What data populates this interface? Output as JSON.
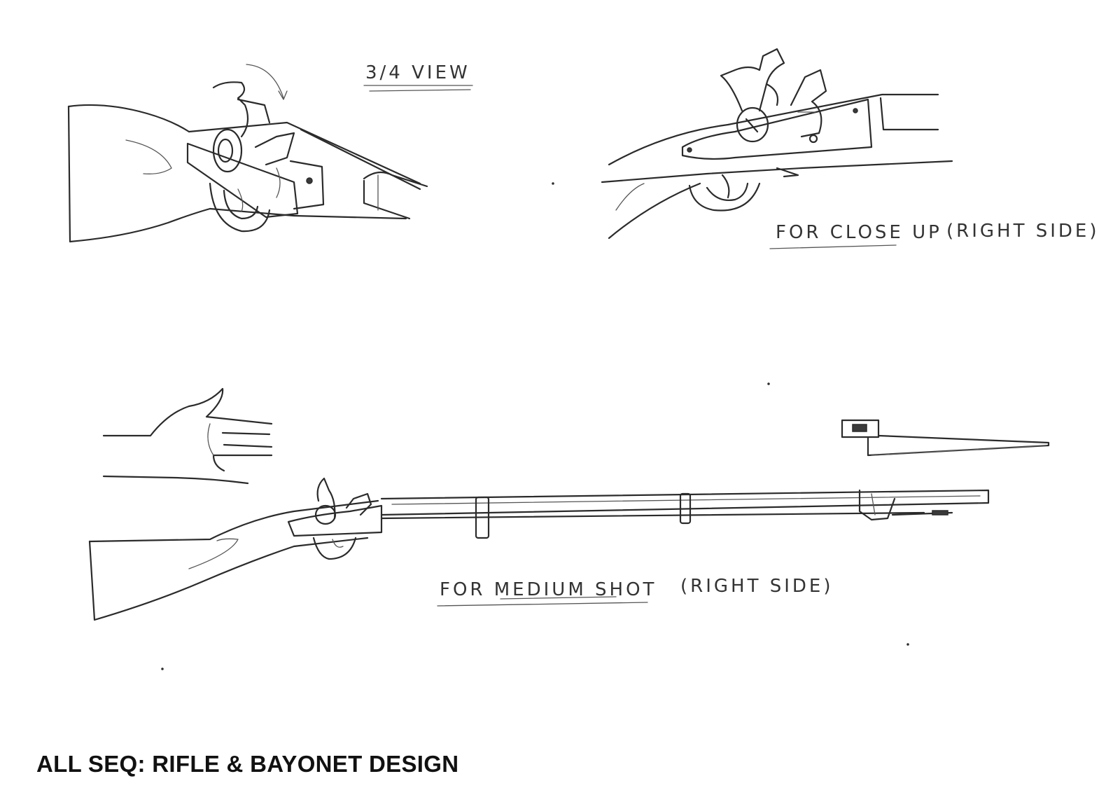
{
  "footer": {
    "title": "ALL SEQ: RIFLE & BAYONET DESIGN"
  },
  "labels": {
    "three_quarter_view": "3/4 VIEW",
    "close_up": "FOR CLOSE UP",
    "close_up_side": "(RIGHT SIDE)",
    "medium_shot": "FOR MEDIUM SHOT",
    "medium_shot_side": "(RIGHT SIDE)"
  }
}
